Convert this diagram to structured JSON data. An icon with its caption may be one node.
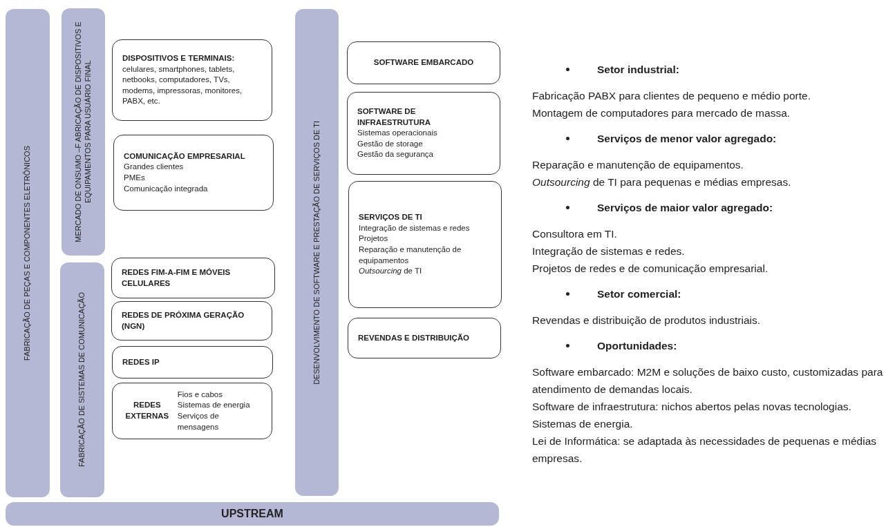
{
  "diagram": {
    "nodes": [
      {
        "text": [
          "FABRICAÇÃO DE PEÇAS E COMPONENTES ELETRÔNICOS"
        ]
      },
      {
        "text": [
          "MERCADO DE ONSUMO –F ABRICAÇÃO DE DISPOSITIVOS E EQUIPAMENTOS PARA USUÁRIO FINAL"
        ]
      },
      {
        "text": [
          "DISPOSITIVOS E TERMINAIS:",
          "celulares, smartphones, tablets, netbooks, computadores, TVs, modems, impressoras, monitores, PABX, etc."
        ]
      },
      {
        "text": [
          "COMUNICAÇÃO EMPRESARIAL",
          "Grandes clientes",
          "PMEs",
          "Comunicação integrada"
        ]
      },
      {
        "text": [
          "FABRICAÇÃO DE SISTEMAS DE COMUNICAÇÃO"
        ]
      },
      {
        "text": [
          "REDES FIM-A-FIM E MÓVEIS CELULARES"
        ]
      },
      {
        "text": [
          "REDES DE PRÓXIMA GERAÇÃO (NGN)"
        ]
      },
      {
        "text": [
          "REDES IP"
        ]
      },
      {
        "text": [
          "REDES EXTERNAS",
          "Fios e cabos",
          "Sistemas de energia",
          "Serviços de mensagens"
        ]
      },
      {
        "text": [
          "DESENVOLVIMENTO DE SOFTWARE E PRESTAÇÃO DE SERVIÇOS DE TI"
        ]
      },
      {
        "text": [
          "SOFTWARE EMBARCADO"
        ]
      },
      {
        "text": [
          "SOFTWARE DE INFRAESTRUTURA",
          "Sistemas operacionais",
          "Gestão de storage",
          "Gestão da segurança"
        ]
      },
      {
        "text": [
          "SERVIÇOS DE TI",
          "Integração de sistemas e redes",
          "Projetos",
          "Reparação e manutenção de equipamentos",
          "*Outsourcing* de TI"
        ]
      },
      {
        "text": [
          "REVENDAS E DISTRIBUIÇÃO"
        ]
      },
      {
        "text": [
          "UPSTREAM"
        ]
      }
    ],
    "edges": [],
    "labels": [
      "Setor industrial:",
      "Fabricação PABX para clientes de pequeno e médio porte.",
      "Montagem de computadores para mercado de massa.",
      "Serviços de menor valor agregado:",
      "Reparação e manutenção de equipamentos.",
      "*Outsourcing* de TI para pequenas e médias empresas.",
      "Serviços de maior valor agregado:",
      "Consultora em TI.",
      "Integração de sistemas e redes.",
      "Projetos de redes e de comunicação empresarial.",
      "Setor comercial:",
      "Revendas e distribuição de produtos industriais.",
      "Oportunidades:",
      "Software embarcado: M2M e soluções de baixo custo, customizadas para atendimento de demandas locais.",
      "Software de infraestrutura: nichos abertos pelas novas tecnologias.",
      "Sistemas de energia.",
      "Lei de Informática: se adaptada às necessidades de pequenas e médias empresas."
    ]
  }
}
